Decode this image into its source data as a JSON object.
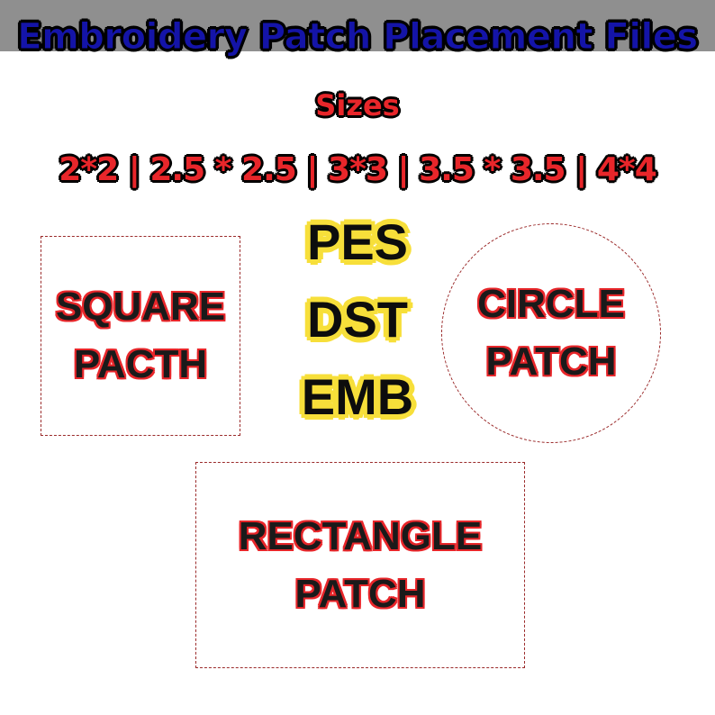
{
  "header": {
    "title": "Embroidery Patch Placement Files",
    "sizes_label": "Sizes",
    "sizes_list": "2*2 | 2.5 * 2.5 | 3*3 | 3.5 * 3.5 | 4*4"
  },
  "formats": [
    "PES",
    "DST",
    "EMB"
  ],
  "shapes": {
    "square": {
      "line1": "SQUARE",
      "line2": "PACTH"
    },
    "circle": {
      "line1": "CIRCLE",
      "line2": "PATCH"
    },
    "rectangle": {
      "line1": "RECTANGLE",
      "line2": "PATCH"
    }
  },
  "colors": {
    "title": "#1414a8",
    "accent_red": "#e8262a",
    "highlight_yellow": "#f7df3a",
    "top_bar": "#8f8f8f",
    "dashed_outline": "#9b2b2b"
  }
}
